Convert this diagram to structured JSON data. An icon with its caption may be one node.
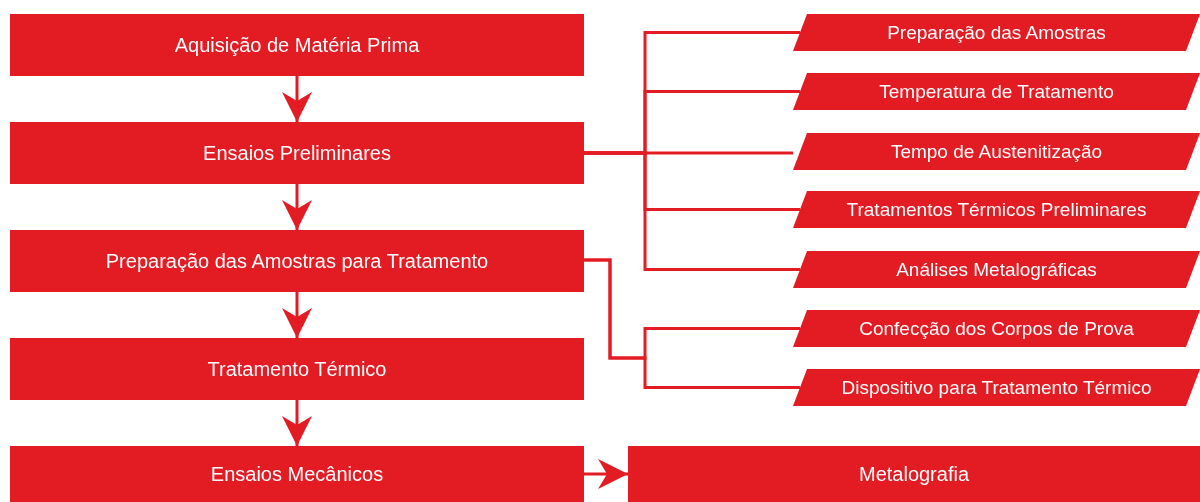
{
  "diagram": {
    "nodes": [
      {
        "text": [
          "Aquisição de Matéria Prima"
        ]
      },
      {
        "text": [
          "Ensaios Preliminares"
        ]
      },
      {
        "text": [
          "Preparação das Amostras para Tratamento"
        ]
      },
      {
        "text": [
          "Tratamento Térmico"
        ]
      },
      {
        "text": [
          "Ensaios Mecânicos"
        ]
      },
      {
        "text": [
          "Preparação das Amostras"
        ]
      },
      {
        "text": [
          "Temperatura de Tratamento"
        ]
      },
      {
        "text": [
          "Tempo de Austenitização"
        ]
      },
      {
        "text": [
          "Tratamentos Térmicos Preliminares"
        ]
      },
      {
        "text": [
          "Análises Metalográficas"
        ]
      },
      {
        "text": [
          "Confecção dos Corpos de Prova"
        ]
      },
      {
        "text": [
          "Dispositivo para Tratamento Térmico"
        ]
      },
      {
        "text": [
          "Metalografia"
        ]
      }
    ],
    "edges": [
      {
        "from": 0,
        "to": 1,
        "arrow": "to"
      },
      {
        "from": 1,
        "to": 2,
        "arrow": "to"
      },
      {
        "from": 2,
        "to": 3,
        "arrow": "to"
      },
      {
        "from": 3,
        "to": 4,
        "arrow": "to"
      },
      {
        "from": 4,
        "to": 12,
        "arrow": "to"
      },
      {
        "from": 1,
        "to": 5,
        "arrow": "none"
      },
      {
        "from": 1,
        "to": 6,
        "arrow": "none"
      },
      {
        "from": 1,
        "to": 7,
        "arrow": "none"
      },
      {
        "from": 1,
        "to": 8,
        "arrow": "none"
      },
      {
        "from": 1,
        "to": 9,
        "arrow": "none"
      },
      {
        "from": 2,
        "to": 10,
        "arrow": "none"
      },
      {
        "from": 2,
        "to": 11,
        "arrow": "none"
      }
    ]
  }
}
